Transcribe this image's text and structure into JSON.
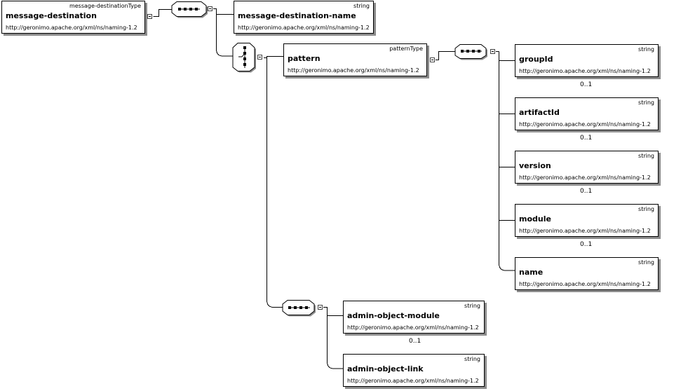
{
  "root": {
    "name": "message-destination",
    "type": "message-destinationType",
    "namespace": "http://geronimo.apache.org/xml/ns/naming-1.2"
  },
  "elements": {
    "message_destination_name": {
      "name": "message-destination-name",
      "type": "string",
      "namespace": "http://geronimo.apache.org/xml/ns/naming-1.2"
    },
    "pattern": {
      "name": "pattern",
      "type": "patternType",
      "namespace": "http://geronimo.apache.org/xml/ns/naming-1.2"
    },
    "groupId": {
      "name": "groupId",
      "type": "string",
      "namespace": "http://geronimo.apache.org/xml/ns/naming-1.2",
      "occurs": "0..1"
    },
    "artifactId": {
      "name": "artifactId",
      "type": "string",
      "namespace": "http://geronimo.apache.org/xml/ns/naming-1.2",
      "occurs": "0..1"
    },
    "version": {
      "name": "version",
      "type": "string",
      "namespace": "http://geronimo.apache.org/xml/ns/naming-1.2",
      "occurs": "0..1"
    },
    "module": {
      "name": "module",
      "type": "string",
      "namespace": "http://geronimo.apache.org/xml/ns/naming-1.2",
      "occurs": "0..1"
    },
    "name": {
      "name": "name",
      "type": "string",
      "namespace": "http://geronimo.apache.org/xml/ns/naming-1.2"
    },
    "admin_object_module": {
      "name": "admin-object-module",
      "type": "string",
      "namespace": "http://geronimo.apache.org/xml/ns/naming-1.2",
      "occurs": "0..1"
    },
    "admin_object_link": {
      "name": "admin-object-link",
      "type": "string",
      "namespace": "http://geronimo.apache.org/xml/ns/naming-1.2"
    }
  },
  "compositors": {
    "root_sequence": "sequence",
    "choice": "choice",
    "pattern_sequence": "sequence",
    "admin_sequence": "sequence"
  },
  "colors": {
    "line": "#000000",
    "shadow": "#8c8c8c",
    "background": "#ffffff"
  }
}
